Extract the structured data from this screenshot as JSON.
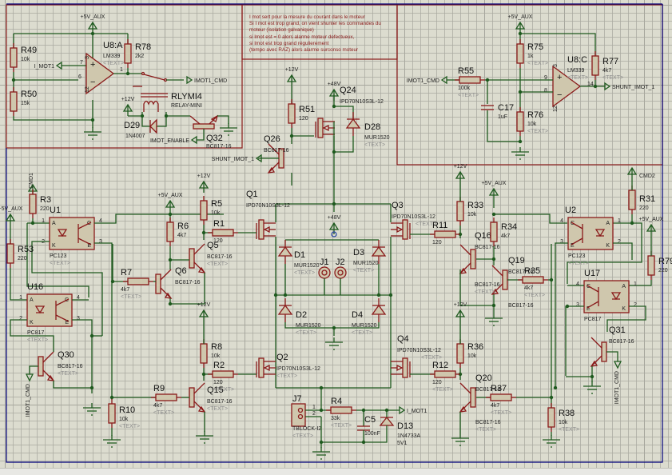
{
  "note": {
    "lines": [
      "I mot sert pour la mesure du courant dans le moteur",
      "Si I mot est trop grand, on vient shunter les commandes du",
      "moteur (isolation galvanique)",
      "si Imot est = 0 alors alarme moteur defectueux,",
      "si Imot est trop grand régulierement",
      "(tempo avec RAZ) alors alarme surconso moteur"
    ]
  },
  "colors": {
    "background": "#dcdccf",
    "wire": "#1f5a1f",
    "component": "#8a1a1a",
    "component_fill": "#cfc7ad",
    "sheet_border": "#00007a",
    "region_border": "#8a1a1a",
    "placeholder": "#8c8c8c"
  },
  "power_labels": {
    "v5_aux": "+5V_AUX",
    "v12": "+12V",
    "v48": "+48V",
    "cmd1": "CMD1",
    "cmd2": "CMD2"
  },
  "net_labels": {
    "i_mot1": "I_MOT1",
    "imot1_cmd": "IMOT1_CMD",
    "imot_enable": "IMOT_ENABLE",
    "shunt_imot_1": "SHUNT_IMOT_1"
  },
  "placeholder_text": "<TEXT>",
  "components": {
    "R49": {
      "ref": "R49",
      "value": "10k"
    },
    "R50": {
      "ref": "R50",
      "value": "15k"
    },
    "R78": {
      "ref": "R78",
      "value": "2k2"
    },
    "U8A": {
      "ref": "U8:A",
      "value": "LM339",
      "pins": [
        "3",
        "7",
        "6",
        "1",
        "12"
      ]
    },
    "RLYMI4": {
      "ref": "RLYMI4",
      "value": "RELAY-MINI"
    },
    "D29": {
      "ref": "D29",
      "value": "1N4007"
    },
    "Q32": {
      "ref": "Q32",
      "value": "BC817-16"
    },
    "R75": {
      "ref": "R75",
      "value": "1k"
    },
    "R76": {
      "ref": "R76",
      "value": "10k"
    },
    "R77": {
      "ref": "R77",
      "value": "4k7"
    },
    "R55": {
      "ref": "R55",
      "value": "100k"
    },
    "C17": {
      "ref": "C17",
      "value": "1uF"
    },
    "U8C": {
      "ref": "U8:C",
      "value": "LM339",
      "pins": [
        "3",
        "9",
        "8",
        "14",
        "12"
      ]
    },
    "R51": {
      "ref": "R51",
      "value": "120"
    },
    "Q24": {
      "ref": "Q24",
      "value": "IPD70N10S3L-12"
    },
    "D28": {
      "ref": "D28",
      "value": "MUR1520"
    },
    "Q26": {
      "ref": "Q26",
      "value": "BC817-16"
    },
    "U1": {
      "ref": "U1",
      "value": "PC123",
      "pins": [
        "A",
        "K",
        "C",
        "E",
        "1",
        "2",
        "4",
        "3"
      ]
    },
    "U16": {
      "ref": "U16",
      "value": "PC817",
      "pins": [
        "A",
        "K",
        "C",
        "E",
        "1",
        "2",
        "4",
        "3"
      ]
    },
    "U2": {
      "ref": "U2",
      "value": "PC123",
      "pins": [
        "C",
        "E",
        "A",
        "K",
        "4",
        "3",
        "1",
        "2"
      ]
    },
    "U17": {
      "ref": "U17",
      "value": "PC817",
      "pins": [
        "C",
        "E",
        "A",
        "K",
        "4",
        "3",
        "1",
        "2"
      ]
    },
    "R3": {
      "ref": "R3",
      "value": "220"
    },
    "R53": {
      "ref": "R53",
      "value": "220"
    },
    "R31": {
      "ref": "R31",
      "value": "220"
    },
    "R79": {
      "ref": "R79",
      "value": "220"
    },
    "R5": {
      "ref": "R5",
      "value": "10k"
    },
    "R6": {
      "ref": "R6",
      "value": "4k7"
    },
    "R1": {
      "ref": "R1",
      "value": "120"
    },
    "R7": {
      "ref": "R7",
      "value": "4k7"
    },
    "Q5": {
      "ref": "Q5",
      "value": "BC817-16"
    },
    "Q6": {
      "ref": "Q6",
      "value": "BC817-16"
    },
    "Q1": {
      "ref": "Q1",
      "value": "IPD70N10S3L-12"
    },
    "Q2": {
      "ref": "Q2",
      "value": "IPD70N10S3L-12"
    },
    "Q3": {
      "ref": "Q3",
      "value": "IPD70N10S3L-12"
    },
    "Q4": {
      "ref": "Q4",
      "value": "IPD70N10S3L-12"
    },
    "D1": {
      "ref": "D1",
      "value": "MUR1520"
    },
    "D2": {
      "ref": "D2",
      "value": "MUR1520"
    },
    "D3": {
      "ref": "D3",
      "value": "MUR1520"
    },
    "D4": {
      "ref": "D4",
      "value": "MUR1520"
    },
    "J1": {
      "ref": "J1"
    },
    "J2": {
      "ref": "J2"
    },
    "Q30": {
      "ref": "Q30",
      "value": "BC817-16"
    },
    "R10": {
      "ref": "R10",
      "value": "10k"
    },
    "R8": {
      "ref": "R8",
      "value": "10k"
    },
    "R2": {
      "ref": "R2",
      "value": "120"
    },
    "R9": {
      "ref": "R9",
      "value": "4k7"
    },
    "Q15": {
      "ref": "Q15",
      "value": "BC817-16"
    },
    "J7": {
      "ref": "J7",
      "value": "TBLOCK-I2",
      "pins": [
        "1",
        "2"
      ]
    },
    "R4": {
      "ref": "R4",
      "value": "33k"
    },
    "C5": {
      "ref": "C5",
      "value": "100nF"
    },
    "D13": {
      "ref": "D13",
      "value": "1N4733A",
      "value2": "5V1"
    },
    "R33": {
      "ref": "R33",
      "value": "10k"
    },
    "R34": {
      "ref": "R34",
      "value": "4k7"
    },
    "R11": {
      "ref": "R11",
      "value": "120"
    },
    "R35": {
      "ref": "R35",
      "value": "4k7"
    },
    "Q16": {
      "ref": "Q16",
      "value": "BC817-16"
    },
    "Q19": {
      "ref": "Q19",
      "value": "BC817-16"
    },
    "R36": {
      "ref": "R36",
      "value": "10k"
    },
    "R12": {
      "ref": "R12",
      "value": "120"
    },
    "R37": {
      "ref": "R37",
      "value": "4k7"
    },
    "R38": {
      "ref": "R38",
      "value": "10k"
    },
    "Q20": {
      "ref": "Q20",
      "value": "BC817-16"
    },
    "Q31": {
      "ref": "Q31",
      "value": "BC817-16"
    }
  }
}
